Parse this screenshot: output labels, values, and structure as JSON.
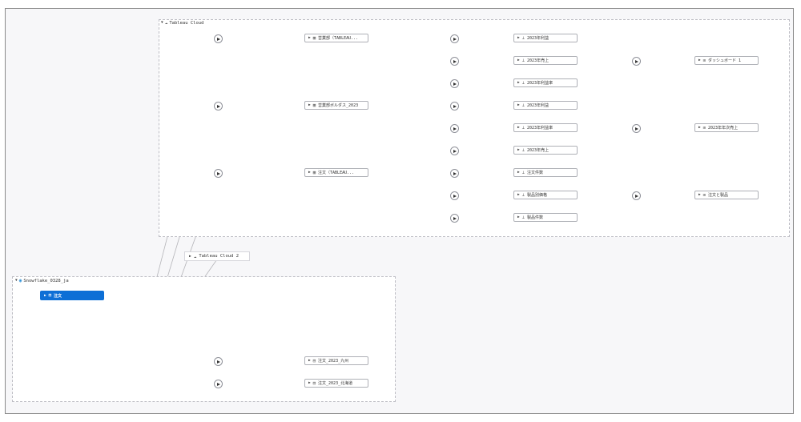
{
  "groups": {
    "cloud": {
      "label": "Tableau Cloud"
    },
    "snowflake": {
      "label": "Snowflake_0328_ja"
    }
  },
  "floating": {
    "label": "Tableau Cloud 2"
  },
  "icons": {
    "group": "cloud-icon",
    "datasource": "datasource-icon",
    "sheet": "sheet-icon",
    "dashboard": "dashboard-icon",
    "table": "table-icon",
    "db": "database-icon",
    "flow_step": "play-icon"
  },
  "nodes": {
    "ds1": "営業部（TABLEAU...",
    "ds2": "営業部ボルダス_2023",
    "ds3": "注文（TABLEAU...",
    "s1": "2023年利益",
    "s2": "2023年売上",
    "s3": "2023年利益率",
    "s4": "2023年利益",
    "s5": "2023年利益率",
    "s6": "2023年売上",
    "s7": "注文件数",
    "s8": "製品別価格",
    "s9": "製品件数",
    "d1": "ダッシュボード 1",
    "d2": "2023年年次売上",
    "d3": "注文と製品",
    "src": "注文",
    "t1": "注文_2023_九州",
    "t2": "注文_2023_北海道"
  }
}
